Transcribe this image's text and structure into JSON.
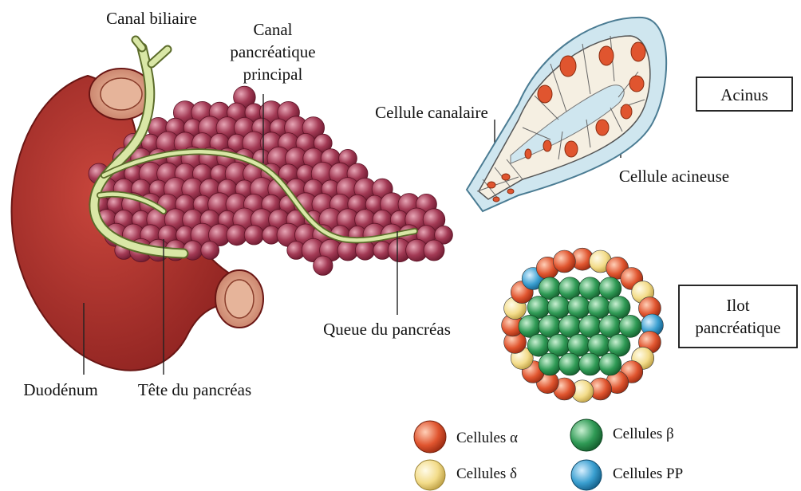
{
  "labels": {
    "bile_duct": "Canal biliaire",
    "main_duct_line1": "Canal",
    "main_duct_line2": "pancréatique",
    "main_duct_line3": "principal",
    "ductal_cell": "Cellule canalaire",
    "acinar_cell": "Cellule acineuse",
    "tail": "Queue du pancréas",
    "duodenum": "Duodénum",
    "head": "Tête du pancréas"
  },
  "boxes": {
    "acinus": "Acinus",
    "islet_line1": "Ilot",
    "islet_line2": "pancréatique"
  },
  "legend": [
    {
      "label": "Cellules α",
      "color": "#e0552f",
      "icon": "alpha-cell-icon"
    },
    {
      "label": "Cellules β",
      "color": "#2f9a55",
      "icon": "beta-cell-icon"
    },
    {
      "label": "Cellules δ",
      "color": "#f3dc8a",
      "icon": "delta-cell-icon"
    },
    {
      "label": "Cellules PP",
      "color": "#3a9fd0",
      "icon": "pp-cell-icon"
    }
  ],
  "colors": {
    "duodenum": "#b3322b",
    "pancreas": "#9c2f4a",
    "duct": "#d9e7a6",
    "acinus_lumen": "#cfe6ef",
    "nucleus": "#e0552f"
  }
}
